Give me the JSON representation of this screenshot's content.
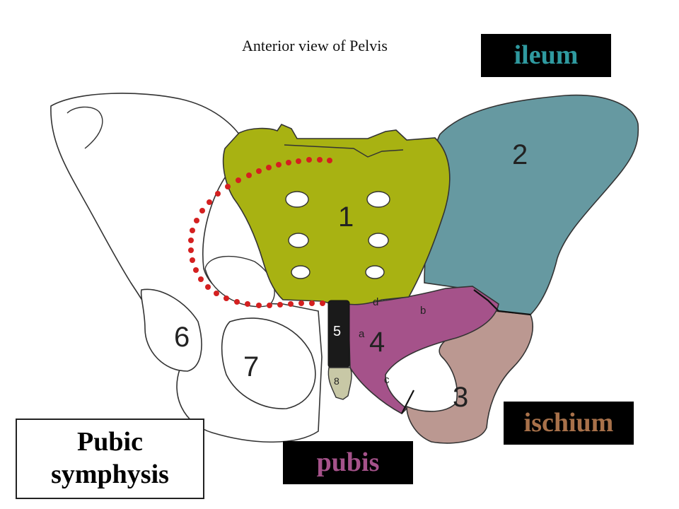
{
  "title": "Anterior view of Pelvis",
  "tags": {
    "ileum": "ileum",
    "ischium": "ischium",
    "pubis": "pubis",
    "pubic_symphysis_line1": "Pubic",
    "pubic_symphysis_line2": "symphysis"
  },
  "region_numbers": {
    "sacrum": "1",
    "ilium": "2",
    "ischium": "3",
    "pubis": "4",
    "symphysis": "5",
    "acetabulum": "6",
    "obturator_foramen": "7",
    "coccyx": "8"
  },
  "letters": {
    "a": "a",
    "b": "b",
    "c": "c",
    "d": "d"
  },
  "colors": {
    "sacrum": "#a8b212",
    "ilium": "#6699a1",
    "ischium": "#bb9891",
    "pubis": "#a5528a",
    "symphysis": "#1a1a1a",
    "coccyx": "#c8c8a6",
    "dots": "#d42020",
    "ileum_text": "#2f9aa0",
    "ischium_text": "#a8714a",
    "pubis_text": "#a5528a"
  },
  "icons": {
    "pelvis": "pelvis-illustration"
  }
}
